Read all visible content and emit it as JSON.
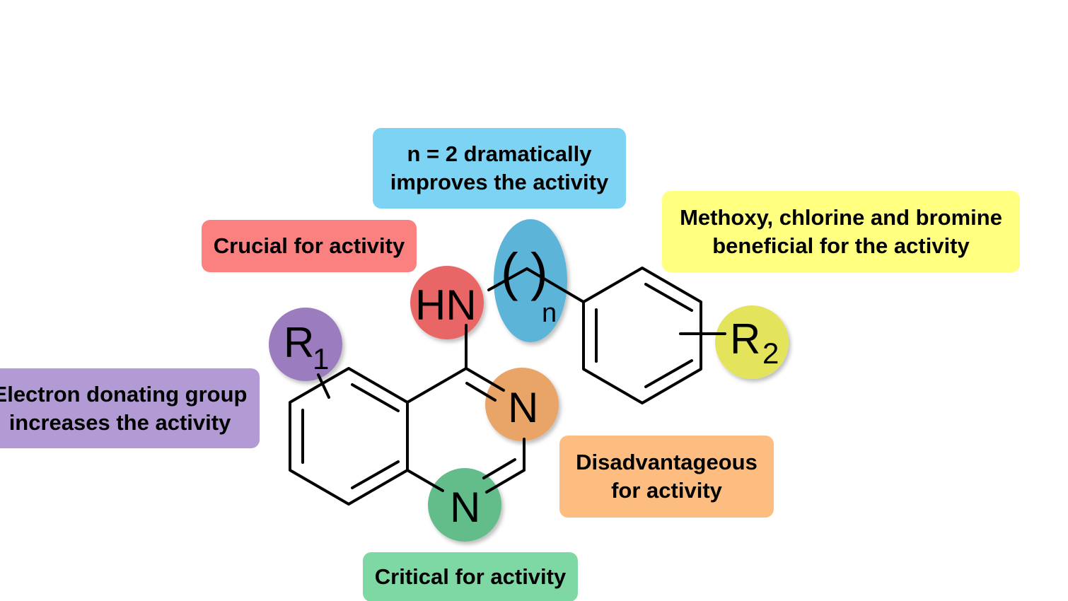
{
  "callouts": {
    "n2": {
      "line1": "n = 2 dramatically",
      "line2": "improves the activity",
      "color": "#7dd3f3"
    },
    "methoxy": {
      "line1": "Methoxy, chlorine and bromine",
      "line2": "beneficial for the activity",
      "color": "#ffff80"
    },
    "crucial": {
      "text": "Crucial for activity",
      "color": "#fb8181"
    },
    "edg": {
      "line1": "Electron donating group",
      "line2": "increases the activity",
      "color": "#b29ad5"
    },
    "disadvantageous": {
      "line1": "Disadvantageous",
      "line2": "for activity",
      "color": "#fdbd80"
    },
    "critical": {
      "text": "Critical for activity",
      "color": "#7ed8a4"
    }
  },
  "structure": {
    "atoms": {
      "hn": "HN",
      "n3": "N",
      "n1": "N",
      "r1_symbol": "R",
      "r1_sub": "1",
      "r2_symbol": "R",
      "r2_sub": "2",
      "paren_open": "(",
      "paren_close": ")",
      "n_sub": "n"
    },
    "highlights": {
      "hn": "#e86666",
      "chain": "#5db4d9",
      "r1": "#9b7bbf",
      "n3": "#e9a468",
      "n1": "#62bd8b",
      "r2": "#e3e35c"
    }
  }
}
